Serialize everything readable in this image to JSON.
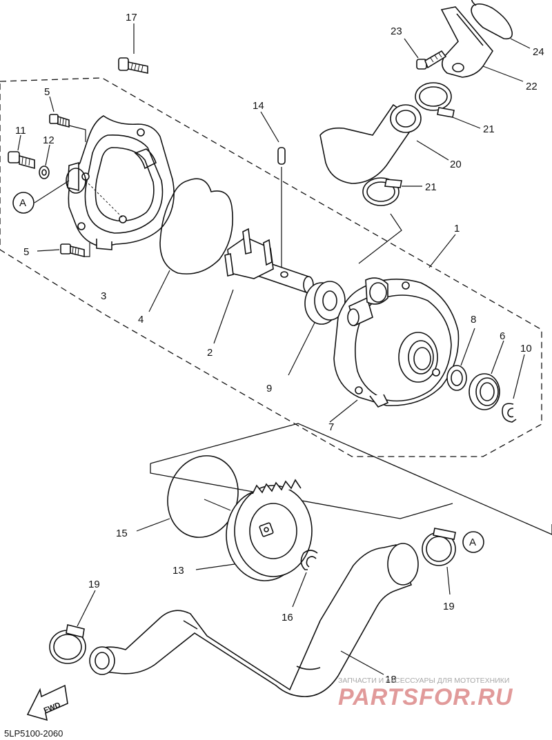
{
  "diagram": {
    "part_labels": {
      "p1": "1",
      "p2": "2",
      "p3": "3",
      "p4": "4",
      "p5a": "5",
      "p5b": "5",
      "p6": "6",
      "p7": "7",
      "p8": "8",
      "p9": "9",
      "p10": "10",
      "p11": "11",
      "p12": "12",
      "p13": "13",
      "p14": "14",
      "p15": "15",
      "p16": "16",
      "p17": "17",
      "p18": "18",
      "p19a": "19",
      "p19b": "19",
      "p20": "20",
      "p21a": "21",
      "p21b": "21",
      "p22": "22",
      "p23": "23",
      "p24": "24"
    },
    "ref_markers": {
      "a_left": "A",
      "a_right": "A"
    },
    "fwd_label": "FWD",
    "drawing_code": "5LP5100-2060"
  },
  "watermark": {
    "tagline": "ЗАПЧАСТИ И АКСЕССУАРЫ ДЛЯ МОТОТЕХНИКИ",
    "brand": "PARTSFOR.RU",
    "color": "#e19a9a"
  }
}
